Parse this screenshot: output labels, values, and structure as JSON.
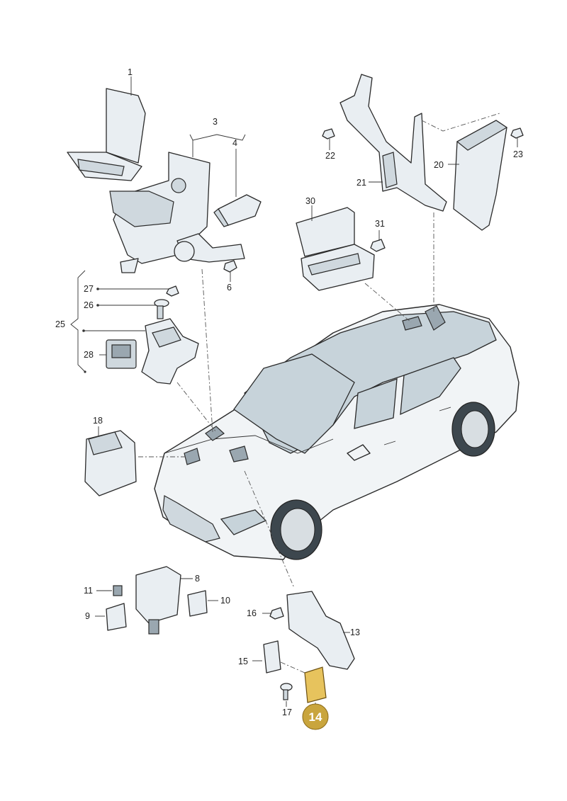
{
  "callouts": {
    "c1": "1",
    "c3": "3",
    "c4": "4",
    "c6": "6",
    "c22": "22",
    "c21": "21",
    "c20": "20",
    "c23": "23",
    "c30": "30",
    "c31": "31",
    "c27": "27",
    "c26": "26",
    "c25": "25",
    "c28": "28",
    "c18": "18",
    "c11": "11",
    "c8": "8",
    "c10": "10",
    "c9": "9",
    "c16": "16",
    "c13": "13",
    "c15": "15",
    "c17": "17"
  },
  "highlighted_part": {
    "label": "14",
    "color": "#c9a53d"
  },
  "colors": {
    "line": "#2a2a2a",
    "part_fill": "#e9eef2",
    "accent": "#c9a53d"
  }
}
